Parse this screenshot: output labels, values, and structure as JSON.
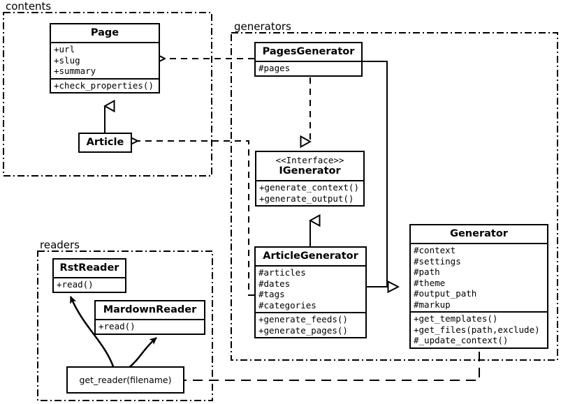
{
  "diagram": {
    "title": "UML class diagram",
    "stroke_color": "#000000",
    "background_color": "#ffffff"
  },
  "packages": [
    {
      "id": "contents",
      "label": "contents"
    },
    {
      "id": "generators",
      "label": "generators"
    },
    {
      "id": "readers",
      "label": "readers"
    }
  ],
  "classes": [
    {
      "id": "page",
      "name": "Page",
      "stereotype": "",
      "attributes": [
        "+url",
        "+slug",
        "+summary"
      ],
      "operations": [
        "+check_properties()"
      ]
    },
    {
      "id": "article",
      "name": "Article",
      "stereotype": "",
      "attributes": [],
      "operations": []
    },
    {
      "id": "pages_generator",
      "name": "PagesGenerator",
      "stereotype": "",
      "attributes": [
        "#pages"
      ],
      "operations": []
    },
    {
      "id": "igenerator",
      "name": "IGenerator",
      "stereotype": "<<Interface>>",
      "attributes": [],
      "operations": [
        "+generate_context()",
        "+generate_output()"
      ]
    },
    {
      "id": "article_generator",
      "name": "ArticleGenerator",
      "stereotype": "",
      "attributes": [
        "#articles",
        "#dates",
        "#tags",
        "#categories"
      ],
      "operations": [
        "+generate_feeds()",
        "+generate_pages()"
      ]
    },
    {
      "id": "generator",
      "name": "Generator",
      "stereotype": "",
      "attributes": [
        "#context",
        "#settings",
        "#path",
        "#theme",
        "#output_path",
        "#markup"
      ],
      "operations": [
        "+get_templates()",
        "+get_files(path,exclude)",
        "#_update_context()"
      ]
    },
    {
      "id": "rst_reader",
      "name": "RstReader",
      "stereotype": "",
      "attributes": [],
      "operations": [
        "+read()"
      ]
    },
    {
      "id": "mardown_reader",
      "name": "MardownReader",
      "stereotype": "",
      "attributes": [],
      "operations": [
        "+read()"
      ]
    }
  ],
  "functions": [
    {
      "id": "get_reader",
      "label": "get_reader(filename)"
    }
  ],
  "relationships": [
    {
      "id": "pagesgenerator-uses-page",
      "type": "dependency",
      "from": "PagesGenerator",
      "to": "Page"
    },
    {
      "id": "articlegenerator-uses-article",
      "type": "dependency",
      "from": "ArticleGenerator",
      "to": "Article"
    },
    {
      "id": "article-extends-page",
      "type": "generalization",
      "from": "Article",
      "to": "Page"
    },
    {
      "id": "pagesgenerator-realizes-igenerator",
      "type": "realization",
      "from": "PagesGenerator",
      "to": "IGenerator"
    },
    {
      "id": "articlegenerator-extends-igenerator",
      "type": "generalization",
      "from": "ArticleGenerator",
      "to": "IGenerator"
    },
    {
      "id": "pagesgenerator-extends-generator",
      "type": "generalization",
      "from": "PagesGenerator",
      "to": "Generator"
    },
    {
      "id": "articlegenerator-extends-generator",
      "type": "generalization",
      "from": "ArticleGenerator",
      "to": "Generator"
    },
    {
      "id": "generator-uses-getreader",
      "type": "dependency",
      "from": "Generator",
      "to": "get_reader(filename)"
    },
    {
      "id": "getreader-returns-rstreader",
      "type": "association",
      "from": "get_reader(filename)",
      "to": "RstReader"
    },
    {
      "id": "getreader-returns-mardownreader",
      "type": "association",
      "from": "get_reader(filename)",
      "to": "MardownReader"
    }
  ]
}
